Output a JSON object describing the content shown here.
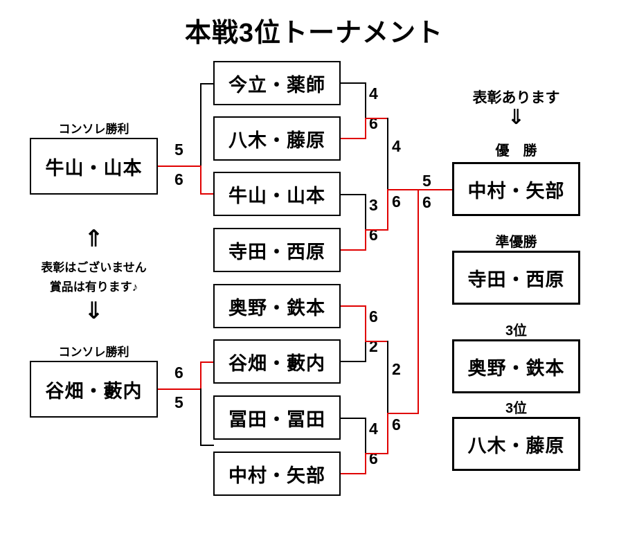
{
  "title": "本戦3位トーナメント",
  "consolation": {
    "top": {
      "caption": "コンソレ勝利",
      "name": "牛山・山本",
      "score_upper": "5",
      "score_lower": "6"
    },
    "bottom": {
      "caption": "コンソレ勝利",
      "name": "谷畑・藪内",
      "score_upper": "6",
      "score_lower": "5"
    },
    "note": {
      "arrow_up": "⇑",
      "line1": "表彰はございません",
      "line2": "賞品は有ります♪",
      "arrow_down": "⇓"
    }
  },
  "awards_note": {
    "text": "表彰あります",
    "arrow": "⇓"
  },
  "round1": {
    "entries": [
      {
        "name": "今立・薬師",
        "score": "4"
      },
      {
        "name": "八木・藤原",
        "score": "6"
      },
      {
        "name": "牛山・山本",
        "score": "3"
      },
      {
        "name": "寺田・西原",
        "score": "6"
      },
      {
        "name": "奥野・鉄本",
        "score": "6"
      },
      {
        "name": "谷畑・藪内",
        "score": "2"
      },
      {
        "name": "冨田・冨田",
        "score": "4"
      },
      {
        "name": "中村・矢部",
        "score": "6"
      }
    ]
  },
  "round2": {
    "matches": [
      {
        "score_upper": "4",
        "score_lower": "6"
      },
      {
        "score_upper": "2",
        "score_lower": "6"
      }
    ]
  },
  "final": {
    "score_upper": "5",
    "score_lower": "6"
  },
  "results": [
    {
      "label": "優　勝",
      "name": "中村・矢部"
    },
    {
      "label": "準優勝",
      "name": "寺田・西原"
    },
    {
      "label": "3位",
      "name": "奥野・鉄本"
    },
    {
      "label": "3位",
      "name": "八木・藤原"
    }
  ],
  "colors": {
    "winner_line": "#e00000",
    "loser_line": "#000000",
    "box_border": "#000000",
    "background": "#ffffff"
  }
}
